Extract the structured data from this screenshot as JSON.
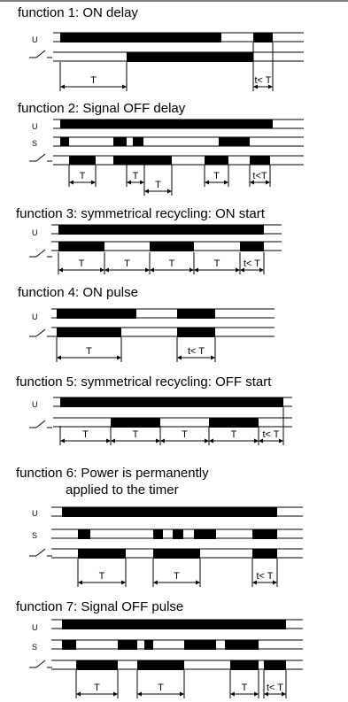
{
  "functions": [
    {
      "title": "function 1: ON delay",
      "rows": [
        {
          "label": "U",
          "type": "sig"
        },
        {
          "label": "",
          "type": "contact"
        }
      ],
      "tlabels": [
        "T",
        "t< T"
      ]
    },
    {
      "title": "function 2: Signal OFF delay",
      "rows": [
        {
          "label": "U",
          "type": "sig"
        },
        {
          "label": "S",
          "type": "sig"
        },
        {
          "label": "",
          "type": "contact"
        }
      ],
      "tlabels": [
        "T",
        "T",
        "T",
        "T",
        "t<T"
      ]
    },
    {
      "title": "function 3: symmetrical recycling: ON start",
      "rows": [
        {
          "label": "U",
          "type": "sig"
        },
        {
          "label": "",
          "type": "contact"
        }
      ],
      "tlabels": [
        "T",
        "T",
        "T",
        "T",
        "t< T"
      ]
    },
    {
      "title": "function 4: ON pulse",
      "rows": [
        {
          "label": "U",
          "type": "sig"
        },
        {
          "label": "",
          "type": "contact"
        }
      ],
      "tlabels": [
        "T",
        "t< T"
      ]
    },
    {
      "title": "function 5: symmetrical recycling: OFF start",
      "rows": [
        {
          "label": "U",
          "type": "sig"
        },
        {
          "label": "",
          "type": "contact"
        }
      ],
      "tlabels": [
        "T",
        "T",
        "T",
        "T",
        "t< T"
      ]
    },
    {
      "title": "function 6: Power is permanently",
      "title2": "applied to the timer",
      "rows": [
        {
          "label": "U",
          "type": "sig"
        },
        {
          "label": "S",
          "type": "sig"
        },
        {
          "label": "",
          "type": "contact"
        }
      ],
      "tlabels": [
        "T",
        "T",
        "t< T"
      ]
    },
    {
      "title": "function 7: Signal OFF pulse",
      "rows": [
        {
          "label": "U",
          "type": "sig"
        },
        {
          "label": "S",
          "type": "sig"
        },
        {
          "label": "",
          "type": "contact"
        }
      ],
      "tlabels": [
        "T",
        "T",
        "T",
        "t< T"
      ]
    }
  ]
}
